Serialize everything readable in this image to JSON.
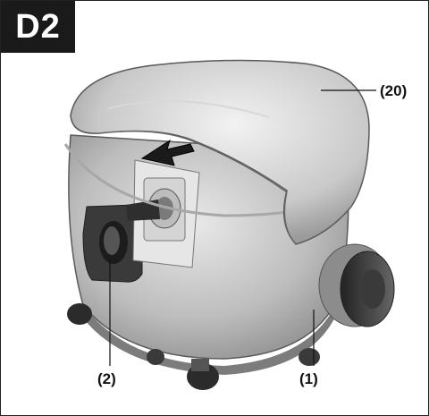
{
  "figure": {
    "badge_label": "D2",
    "callouts": {
      "dust_bag": "(20)",
      "suction_port": "(2)",
      "container": "(1)"
    }
  }
}
